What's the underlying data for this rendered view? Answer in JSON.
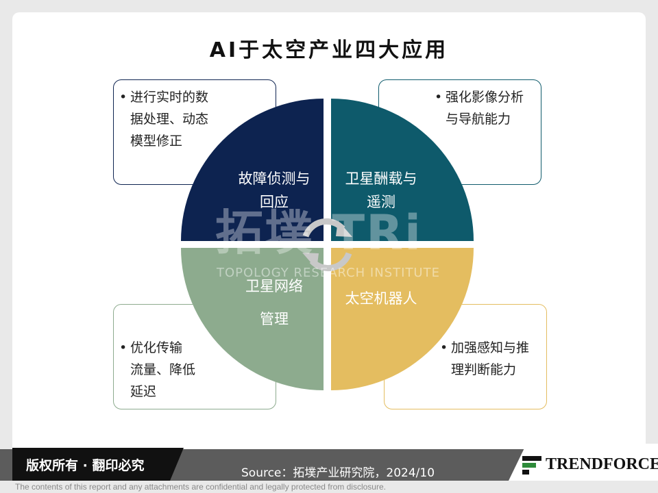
{
  "title": "AI于太空产业四大应用",
  "quadrants": [
    {
      "label_line1": "故障侦测与",
      "label_line2": "回应",
      "color": "#0d2350"
    },
    {
      "label_line1": "卫星酬载与",
      "label_line2": "遥测",
      "color": "#0e5a6b"
    },
    {
      "label_line1": "卫星网络",
      "label_line2": "管理",
      "color": "#8dab8e"
    },
    {
      "label_line1": "太空机器人",
      "label_line2": "",
      "color": "#e4bd60"
    }
  ],
  "boxes": [
    {
      "bullet": "•",
      "lines": [
        "进行实时的数",
        "据处理、动态",
        "模型修正"
      ],
      "border": "#0d2350"
    },
    {
      "bullet": "•",
      "lines": [
        "强化影像分析",
        "与导航能力"
      ],
      "border": "#0e5a6b"
    },
    {
      "bullet": "•",
      "lines": [
        "优化传输",
        "流量、降低",
        "延迟"
      ],
      "border": "#8dab8e"
    },
    {
      "bullet": "•",
      "lines": [
        "加强感知与推",
        "理判断能力"
      ],
      "border": "#e4bd60"
    }
  ],
  "watermark": {
    "main": "拓墣 TRi",
    "sub": "TOPOLOGY RESEARCH INSTITUTE"
  },
  "footer": {
    "copyright": "版权所有 · 翻印必究",
    "source": "Source：拓墣产业研究院，2024/10",
    "logo": "TRENDFORCE",
    "disclaimer": "The contents of this report and any attachments are confidential and legally protected from disclosure."
  }
}
